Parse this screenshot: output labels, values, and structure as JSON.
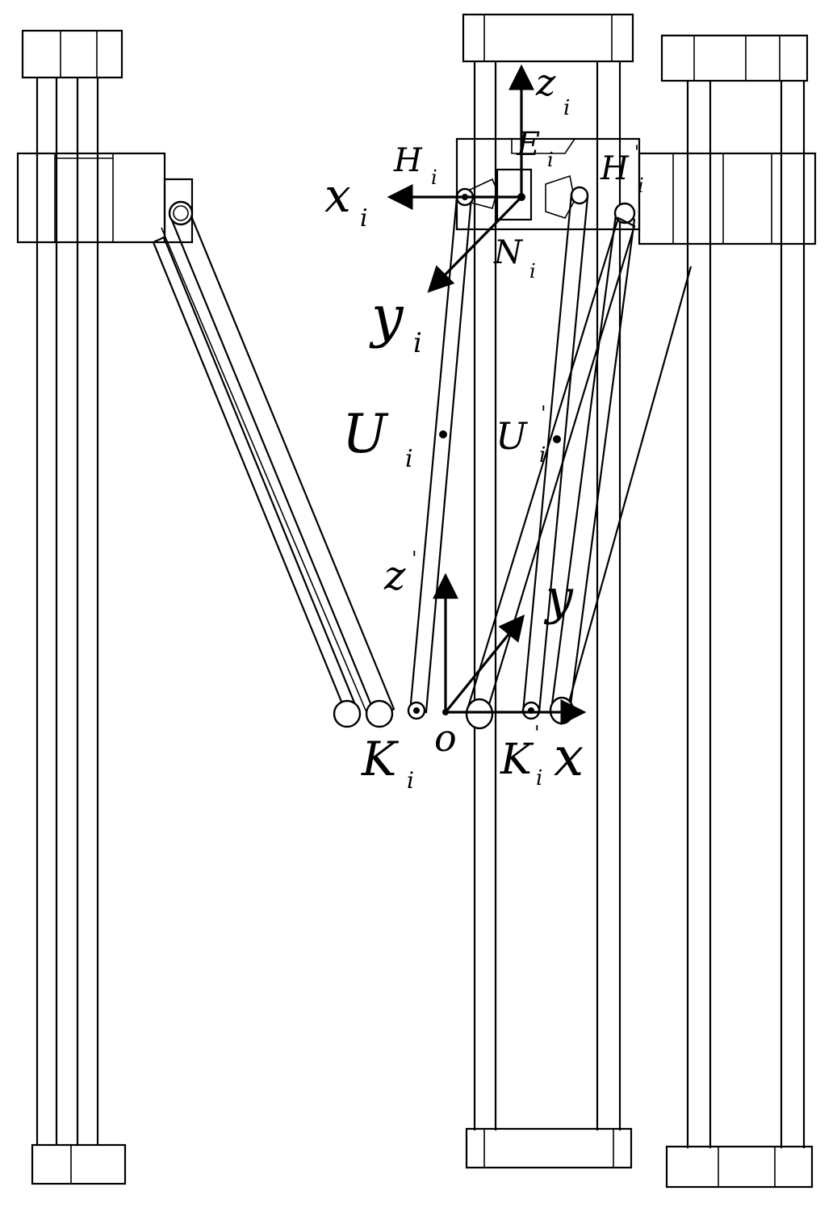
{
  "diagram": {
    "labels": {
      "zi": "z",
      "zi_sub": "i",
      "Ei": "E",
      "Ei_sub": "i",
      "Hi": "H",
      "Hi_sub": "i",
      "Hpi": "H",
      "Hpi_sub": "i",
      "Hpi_prime": "'",
      "xi": "x",
      "xi_sub": "i",
      "Ni": "N",
      "Ni_sub": "i",
      "yi": "y",
      "yi_sub": "i",
      "Ui": "U",
      "Ui_sub": "i",
      "Upi": "U",
      "Upi_sub": "i",
      "Upi_prime": "'",
      "Z": "z",
      "Z_prime": "'",
      "Y": "y",
      "Ki": "K",
      "Ki_sub": "i",
      "O": "o",
      "Kpi": "K",
      "Kpi_sub": "i",
      "Kpi_prime": "'",
      "X": "x"
    }
  }
}
